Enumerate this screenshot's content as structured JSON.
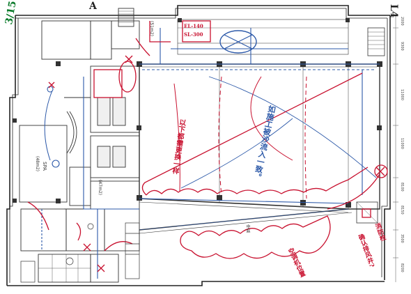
{
  "sheet": {
    "page_mark": "3/15",
    "corner_mark": "L4"
  },
  "rooms": {
    "spa": "SPA",
    "spa_area": "(48m2)",
    "area_47": "(47m2)",
    "area_51": "(51m2)",
    "corridor": "中庭"
  },
  "dimensions": [
    "2000",
    "9300",
    "11000",
    "11000",
    "8100",
    "8150",
    "3500",
    "8200"
  ],
  "annotations": {
    "main_note": "如施工被沙流入一致。",
    "left_note": "以下都需更换一样",
    "box_note_1": "EL-140",
    "box_note_2": "SL-300",
    "right_note_1": "消防栓",
    "right_note_2": "确认排风井?",
    "bottom_note": "空调机位置",
    "mark_a": "A"
  }
}
